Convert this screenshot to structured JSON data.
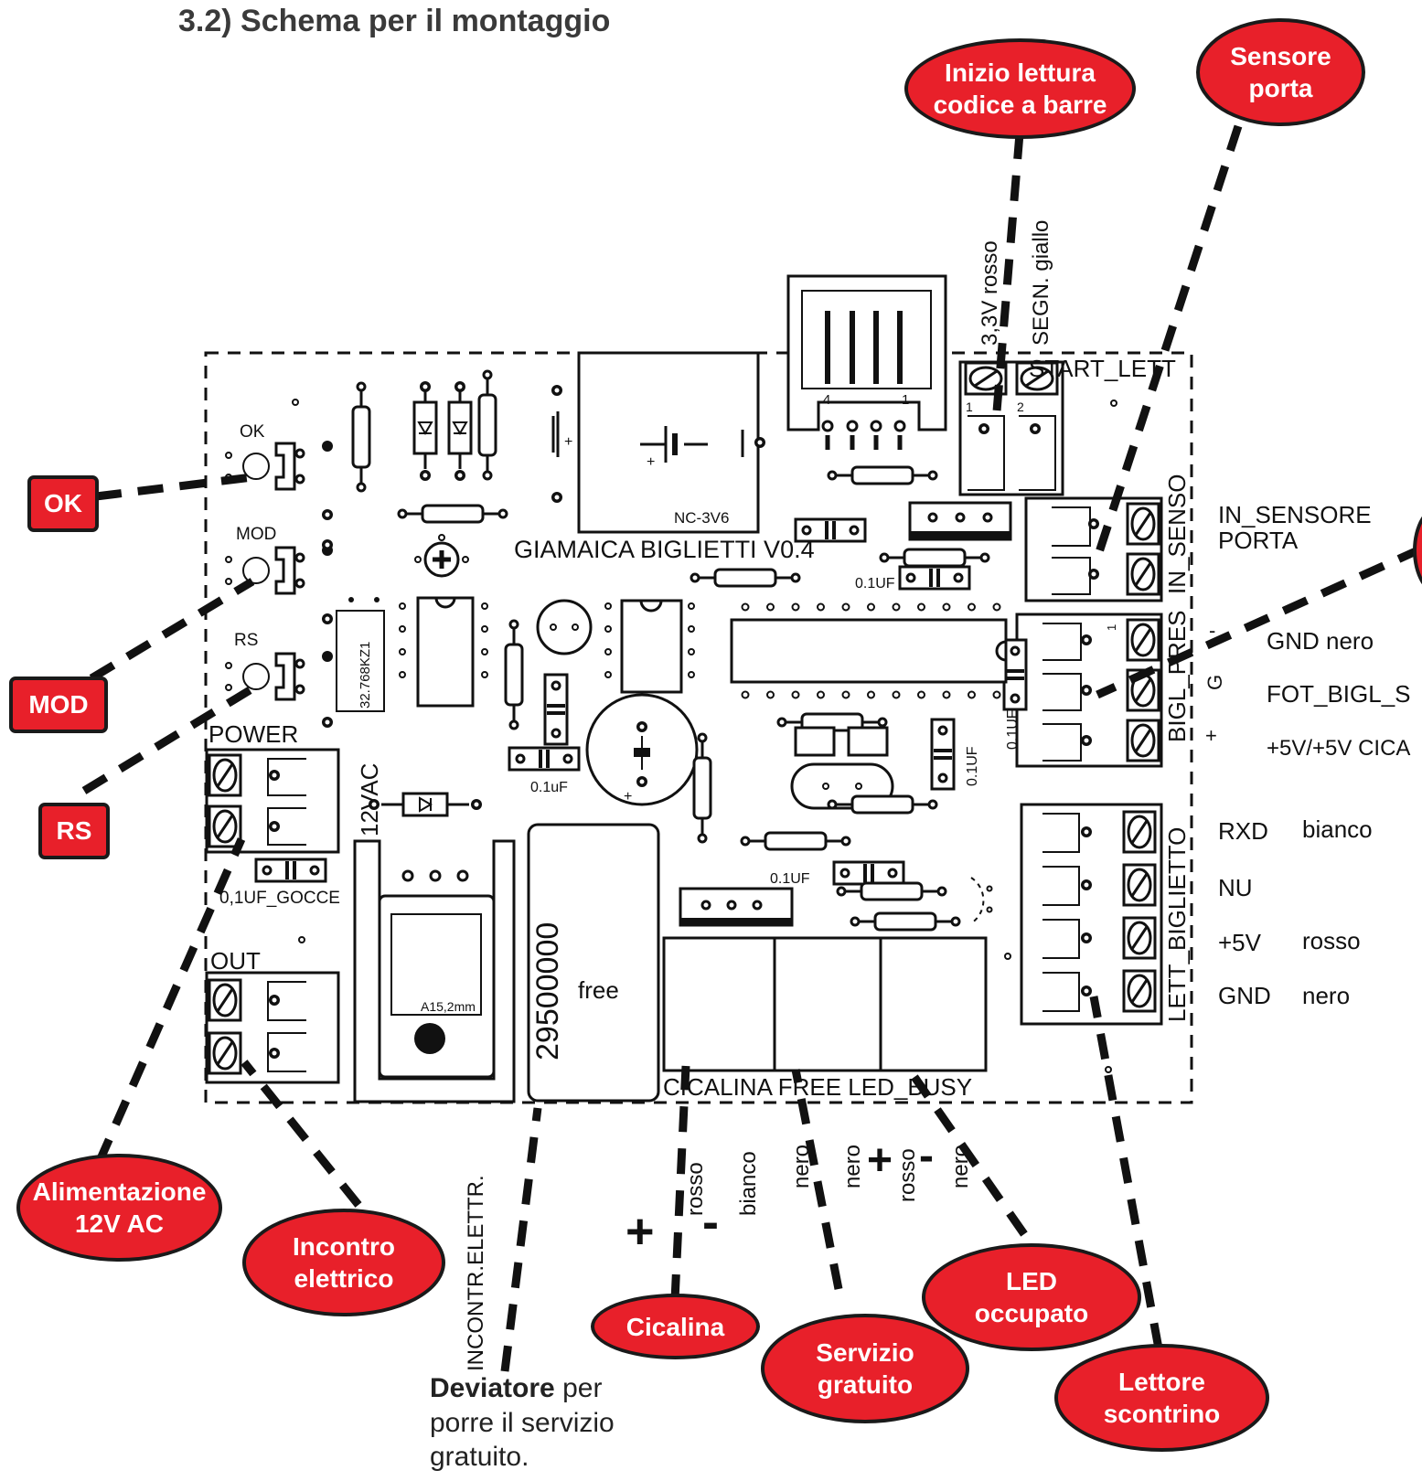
{
  "heading": "3.2) Schema per il montaggio",
  "board": {
    "name": "GIAMAICA BIGLIETTI V0.4",
    "battery": "NC-3V6",
    "crystal": "32.768KZ1",
    "dip_code": "29500000",
    "dip_free": "free",
    "relay_label": "A15,2mm",
    "cap_gocce": "0,1UF_GOCCE",
    "cap_01uF_a": "0.1uF",
    "cap_01UF_b": "0.1UF",
    "cap_01UF_c": "0.1UF",
    "cap_01UF_d": "0.1UF",
    "cap_01UF_e": "0.1UF",
    "switch_ok": "OK",
    "switch_mod": "MOD",
    "switch_rs": "RS",
    "power": "POWER",
    "power_12vac": "12VAC",
    "out": "OUT",
    "start_lett": "START_LETT",
    "in_senso": "IN_SENSO",
    "bigl_pres": "BIGL_PRES",
    "lett_biglietto": "LETT_BIGLIETTO",
    "bottom_terminals": "CICALINA FREE LED_BUSY",
    "gnd_g": "G"
  },
  "wires": {
    "start_33v": "3,3V rosso",
    "start_segn": "SEGN. giallo",
    "in_sensore": "IN_SENSORE",
    "porta": "PORTA",
    "gnd_nero": "GND  nero",
    "fot": "FOT_BIGL_S",
    "cic5v": "+5V/+5V CICA",
    "rxd": "RXD",
    "bianco": "bianco",
    "nu": "NU",
    "p5v": "+5V",
    "rosso": "rosso",
    "gnd": "GND",
    "nero": "nero",
    "incontr": "INCONTR.ELETTR.",
    "bottom": [
      "rosso",
      "bianco",
      "nero",
      "nero",
      "rosso",
      "nero"
    ],
    "minus": "-",
    "plus": "+"
  },
  "callouts": {
    "inizio_1": "Inizio lettura",
    "inizio_2": "codice a barre",
    "sensore_1": "Sensore",
    "sensore_2": "porta",
    "alim_1": "Alimentazione",
    "alim_2": "12V AC",
    "incontro_1": "Incontro",
    "incontro_2": "elettrico",
    "cicalina": "Cicalina",
    "servizio_1": "Servizio",
    "servizio_2": "gratuito",
    "led_1": "LED",
    "led_2": "occupato",
    "lettore_1": "Lettore",
    "lettore_2": "scontrino",
    "ok": "OK",
    "mod": "MOD",
    "rs": "RS"
  },
  "note": {
    "bold": "Deviatore",
    "rest1": " per",
    "rest2": "porre il servizio",
    "rest3": "gratuito."
  }
}
